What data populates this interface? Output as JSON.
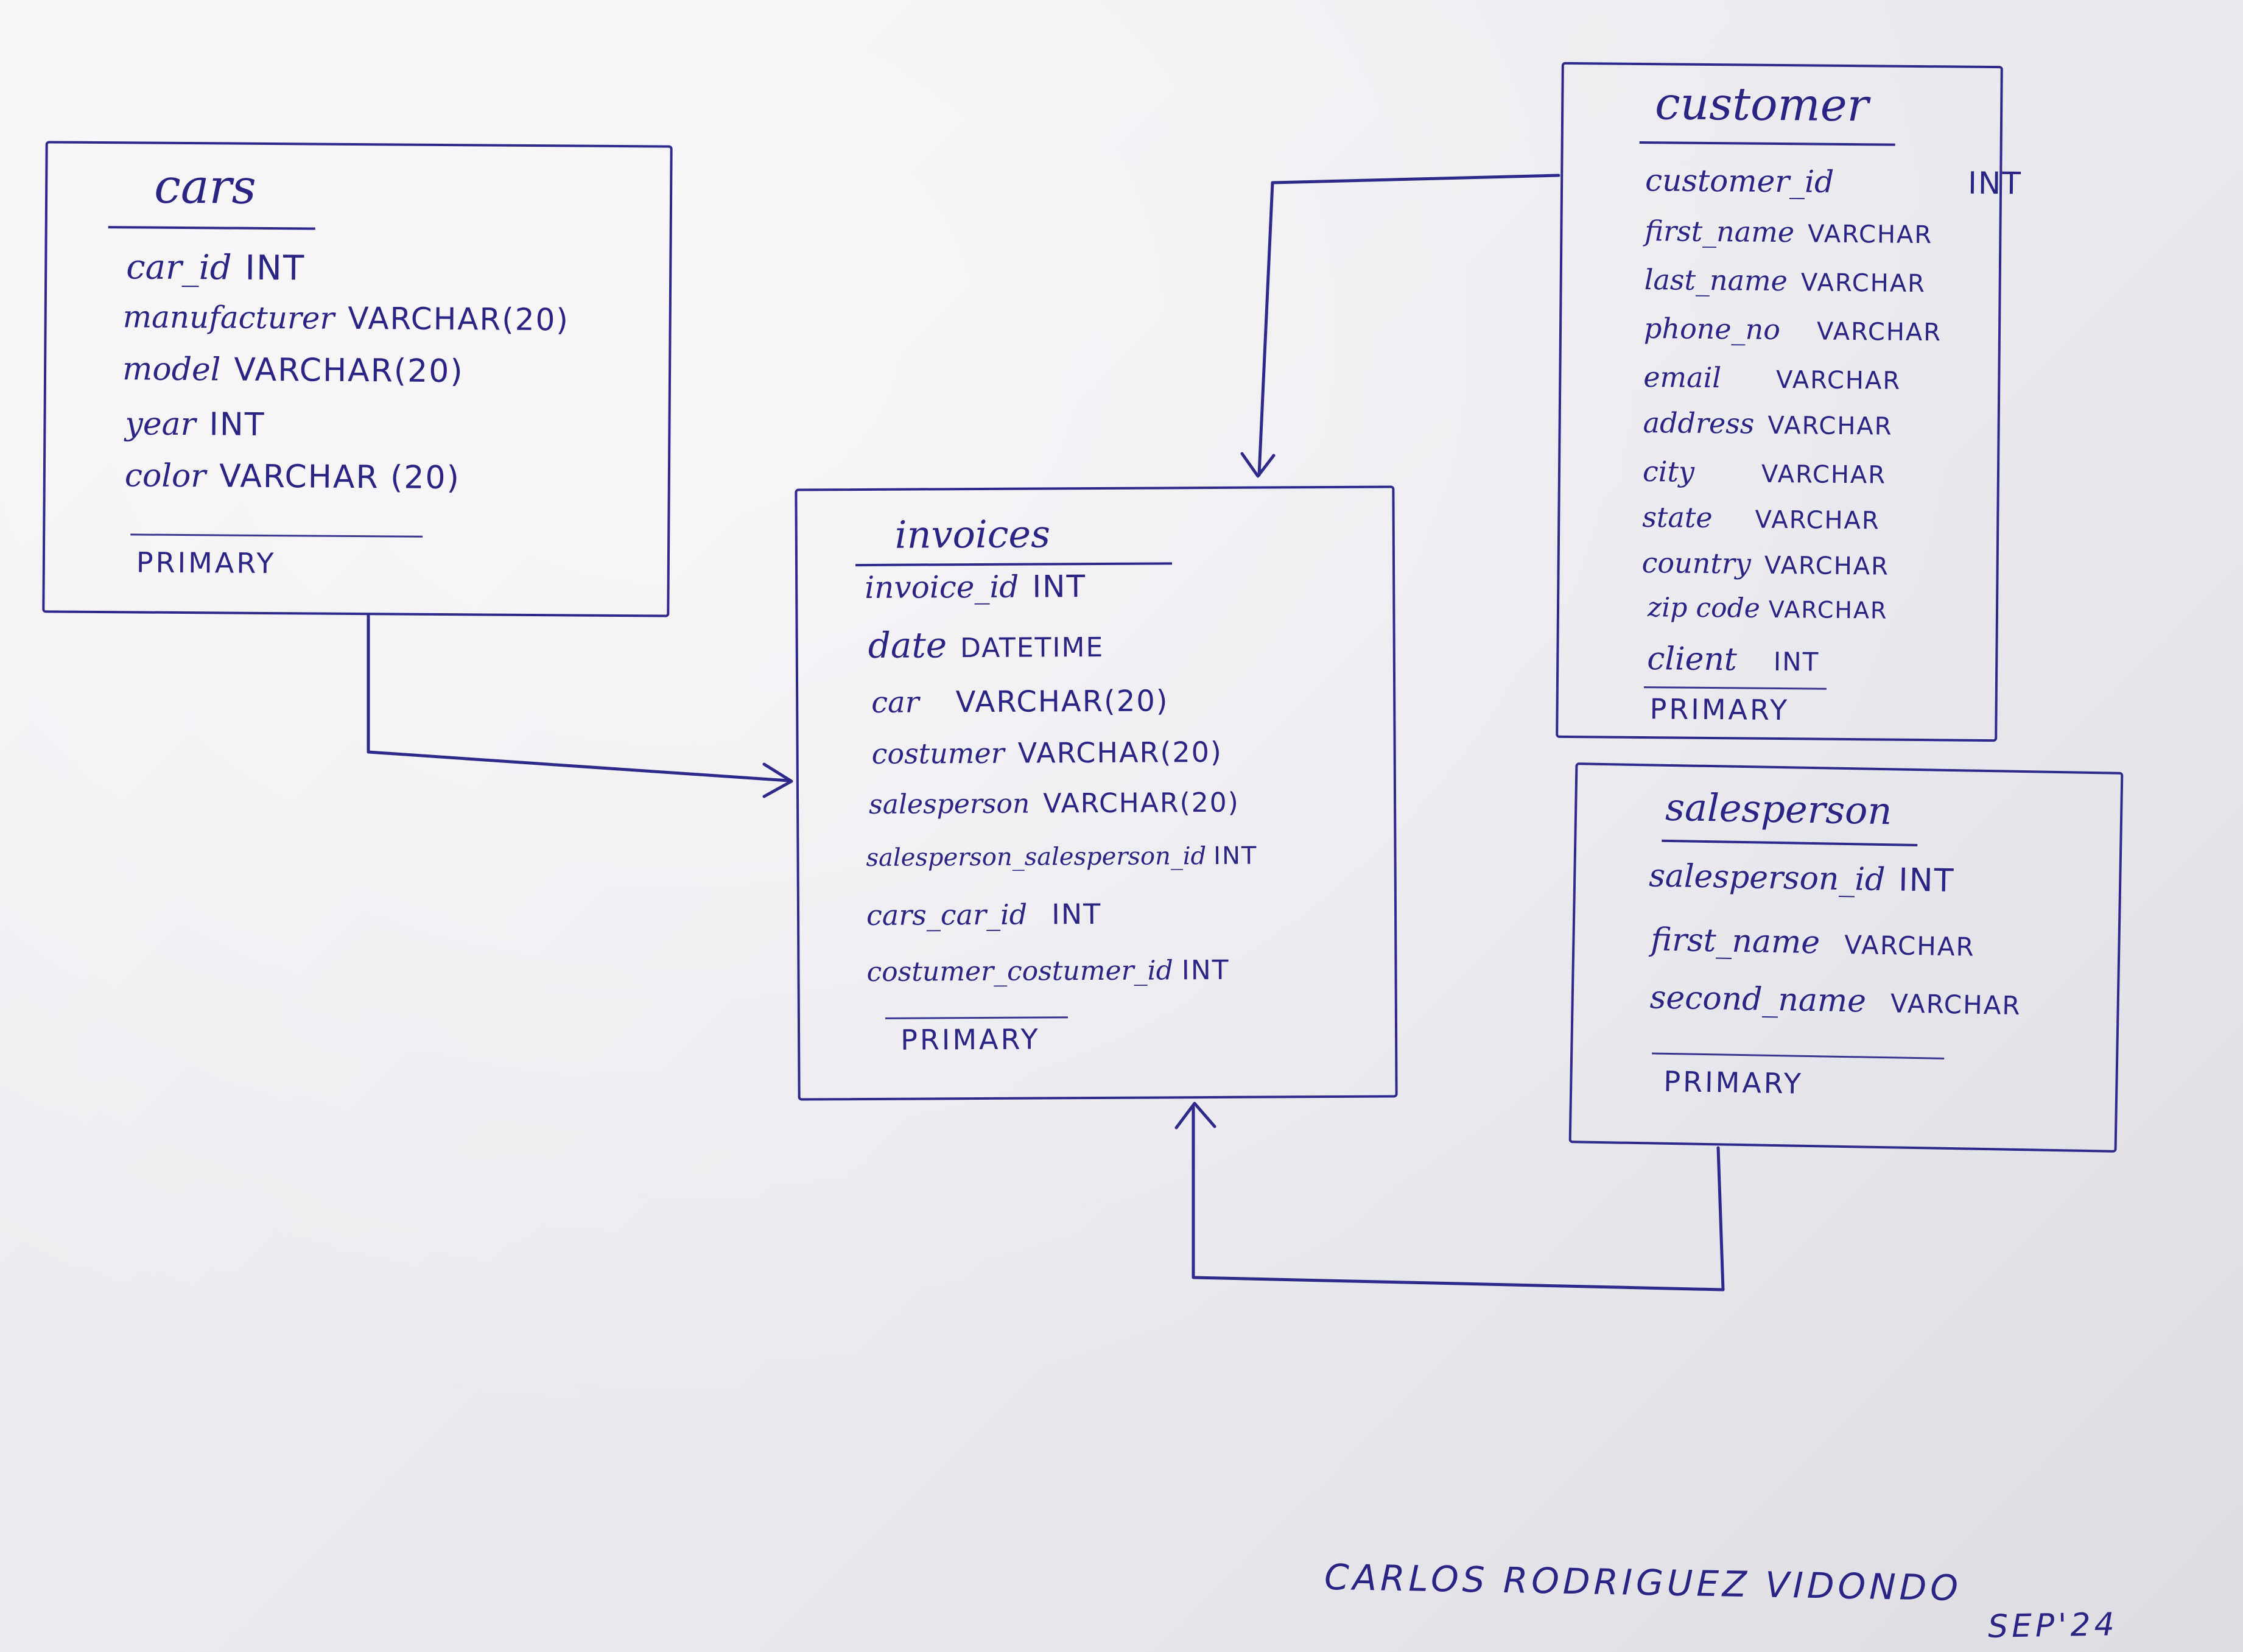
{
  "tables": {
    "cars": {
      "title": "cars",
      "fields": [
        {
          "name": "car_id",
          "type": "INT"
        },
        {
          "name": "manufacturer",
          "type": "VARCHAR(20)"
        },
        {
          "name": "model",
          "type": "VARCHAR(20)"
        },
        {
          "name": "year",
          "type": "INT"
        },
        {
          "name": "color",
          "type": "VARCHAR (20)"
        }
      ],
      "primary": "PRIMARY"
    },
    "invoices": {
      "title": "invoices",
      "fields": [
        {
          "name": "invoice_id",
          "type": "INT"
        },
        {
          "name": "date",
          "type": "DATETIME"
        },
        {
          "name": "car",
          "type": "VARCHAR(20)"
        },
        {
          "name": "costumer",
          "type": "VARCHAR(20)"
        },
        {
          "name": "salesperson",
          "type": "VARCHAR(20)"
        },
        {
          "name": "salesperson_salesperson_id",
          "type": "INT"
        },
        {
          "name": "cars_car_id",
          "type": "INT"
        },
        {
          "name": "costumer_costumer_id",
          "type": "INT"
        }
      ],
      "primary": "PRIMARY"
    },
    "customer": {
      "title": "customer",
      "fields": [
        {
          "name": "customer_id",
          "type": "INT"
        },
        {
          "name": "first_name",
          "type": "VARCHAR"
        },
        {
          "name": "last_name",
          "type": "VARCHAR"
        },
        {
          "name": "phone_no",
          "type": "VARCHAR"
        },
        {
          "name": "email",
          "type": "VARCHAR"
        },
        {
          "name": "address",
          "type": "VARCHAR"
        },
        {
          "name": "city",
          "type": "VARCHAR"
        },
        {
          "name": "state",
          "type": "VARCHAR"
        },
        {
          "name": "country",
          "type": "VARCHAR"
        },
        {
          "name": "zip code",
          "type": "VARCHAR"
        },
        {
          "name": "client",
          "type": "INT"
        }
      ],
      "primary": "PRIMARY"
    },
    "salesperson": {
      "title": "salesperson",
      "fields": [
        {
          "name": "salesperson_id",
          "type": "INT"
        },
        {
          "name": "first_name",
          "type": "VARCHAR"
        },
        {
          "name": "second_name",
          "type": "VARCHAR"
        }
      ],
      "primary": "PRIMARY"
    }
  },
  "signature": {
    "author": "CARLOS RODRIGUEZ VIDONDO",
    "date": "SEP'24"
  },
  "colors": {
    "ink": "#2a2585",
    "paper": "#ececf0"
  }
}
